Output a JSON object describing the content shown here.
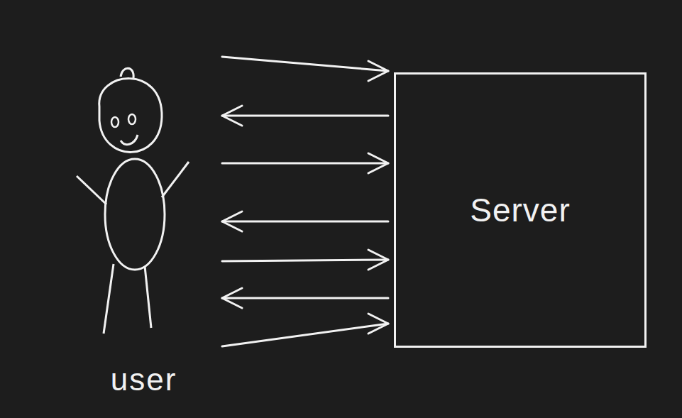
{
  "diagram": {
    "nodes": [
      {
        "text": [
          "user"
        ]
      },
      {
        "text": [
          "Server"
        ]
      }
    ],
    "edges": [
      {
        "from": 0,
        "to": 1,
        "arrow": "to"
      },
      {
        "from": 1,
        "to": 0,
        "arrow": "to"
      },
      {
        "from": 0,
        "to": 1,
        "arrow": "to"
      },
      {
        "from": 1,
        "to": 0,
        "arrow": "to"
      },
      {
        "from": 0,
        "to": 1,
        "arrow": "to"
      },
      {
        "from": 1,
        "to": 0,
        "arrow": "to"
      },
      {
        "from": 0,
        "to": 1,
        "arrow": "to"
      }
    ]
  }
}
